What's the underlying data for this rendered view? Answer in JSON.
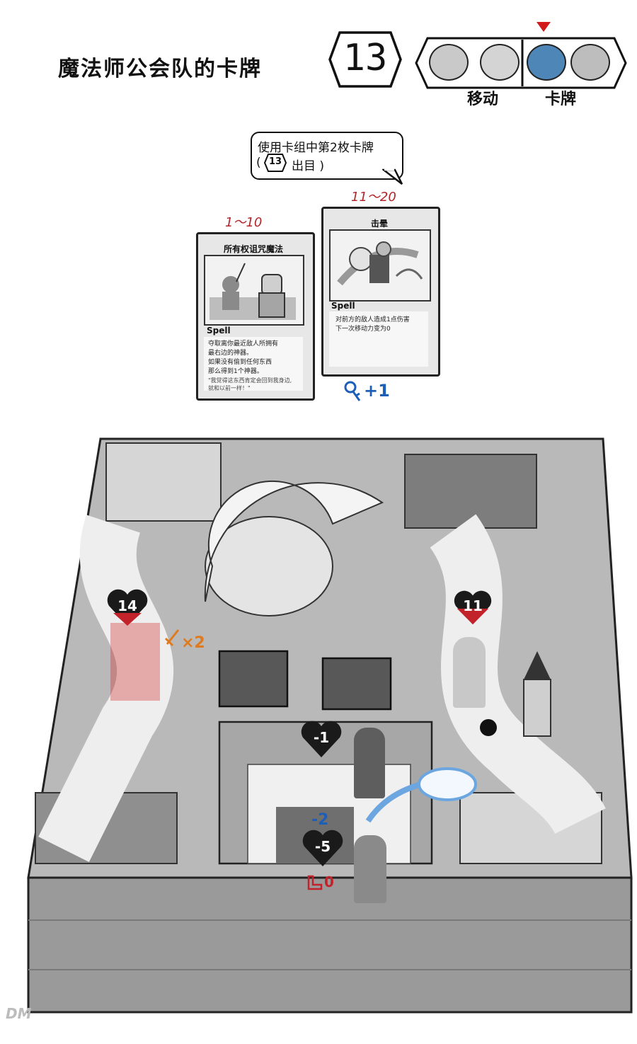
{
  "header": {
    "title": "魔法师公会队的卡牌",
    "round_number": "13",
    "turn_phases": [
      "移动",
      "卡牌"
    ],
    "active_phase_marker": "red-triangle-icon"
  },
  "speech_bubble": {
    "line1": "使用卡组中第2枚卡牌",
    "line2_number": "13",
    "line2_text": "出目 )",
    "line2_open": "("
  },
  "cards": [
    {
      "range": "1～10",
      "title": "所有权诅咒魔法",
      "type": "Spell",
      "text_lines": [
        "夺取离你最近敌人所拥有",
        "最右边的神器。",
        "如果没有偷到任何东西",
        "那么得到1个神器。"
      ],
      "flavor_lines": [
        "\"我觉得这东西肯定会回到我身边,",
        "就和以前一样！\""
      ]
    },
    {
      "range": "11～20",
      "title": "击晕",
      "type": "Spell",
      "text_lines": [
        "对前方的敌人造成1点伤害",
        "下一次移动力变为0"
      ]
    }
  ],
  "card_bonus": "+1",
  "board": {
    "players": [
      {
        "name": "red-player",
        "hp": "14",
        "modifier": "×2"
      },
      {
        "name": "pigtail-player",
        "hp": "11"
      },
      {
        "name": "glasses-player",
        "hp_change": "-1"
      },
      {
        "name": "ghost-target-player",
        "hp_change": "-5",
        "damage_text": "-2",
        "move_text": "0"
      }
    ]
  },
  "colors": {
    "accent_red": "#b3262a",
    "bonus_blue": "#1c5fb8",
    "sword_orange": "#e07a1f",
    "heart_black": "#1a1a1a",
    "board_gray": "#9a9a9a"
  }
}
